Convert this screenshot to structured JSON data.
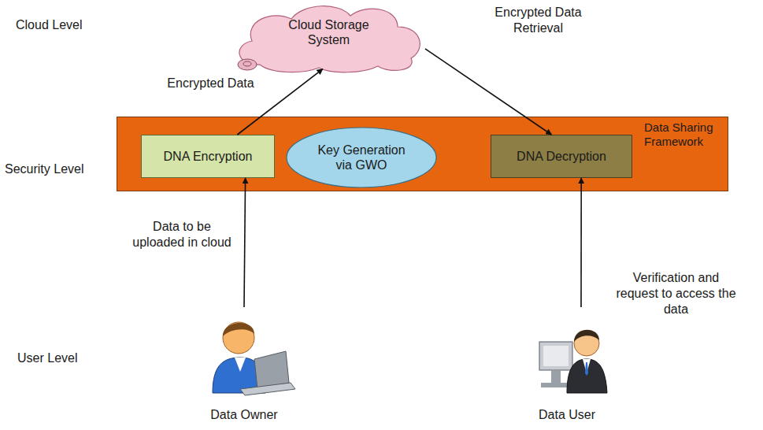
{
  "diagram": {
    "nodes": [
      {
        "text": [
          "Cloud Storage System"
        ]
      },
      {
        "text": [
          "Data Sharing Framework"
        ]
      },
      {
        "text": [
          "DNA Encryption"
        ],
        "in": 1
      },
      {
        "text": [
          "Key Generation via GWO"
        ],
        "in": 1
      },
      {
        "text": [
          "DNA Decryption"
        ],
        "in": 1
      },
      {
        "text": [
          "Data Owner"
        ]
      },
      {
        "text": [
          "Data User"
        ]
      }
    ],
    "edges": [
      {
        "from": 2,
        "to": 0,
        "arrow": "to",
        "label": "Encrypted Data"
      },
      {
        "from": 0,
        "to": 4,
        "arrow": "to",
        "label": "Encrypted Data Retrieval"
      },
      {
        "from": 5,
        "to": 2,
        "arrow": "to",
        "label": "Data to be uploaded in cloud"
      },
      {
        "from": 6,
        "to": 4,
        "arrow": "to",
        "label": "Verification and request to access the data"
      }
    ],
    "labels": [
      "Cloud Level",
      "Security Level",
      "User Level"
    ]
  }
}
